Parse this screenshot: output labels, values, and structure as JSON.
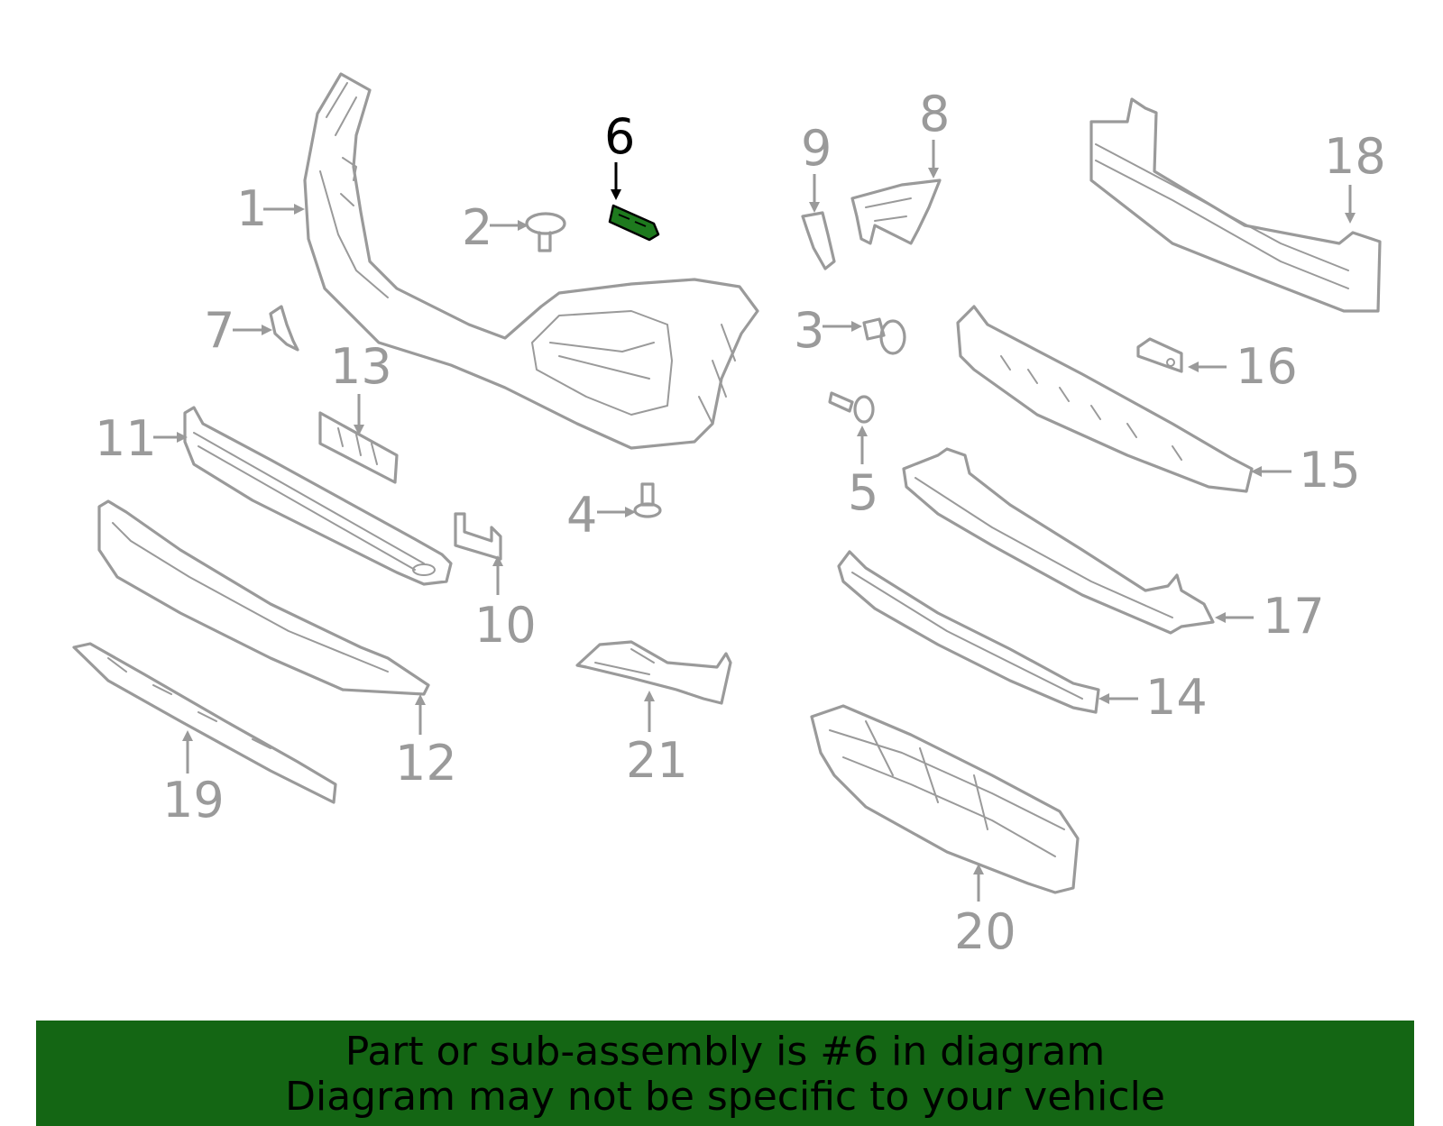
{
  "callouts": {
    "c1": "1",
    "c2": "2",
    "c3": "3",
    "c4": "4",
    "c5": "5",
    "c6": "6",
    "c7": "7",
    "c8": "8",
    "c9": "9",
    "c10": "10",
    "c11": "11",
    "c12": "12",
    "c13": "13",
    "c14": "14",
    "c15": "15",
    "c16": "16",
    "c17": "17",
    "c18": "18",
    "c19": "19",
    "c20": "20",
    "c21": "21"
  },
  "highlight": {
    "part_number": "6",
    "color": "#1e7a1e"
  },
  "colors": {
    "banner": "#146614",
    "parts": "#9a9a9a"
  },
  "banner": {
    "line1": "Part or sub-assembly is #6 in diagram",
    "line2": "Diagram may not be specific to your vehicle"
  }
}
